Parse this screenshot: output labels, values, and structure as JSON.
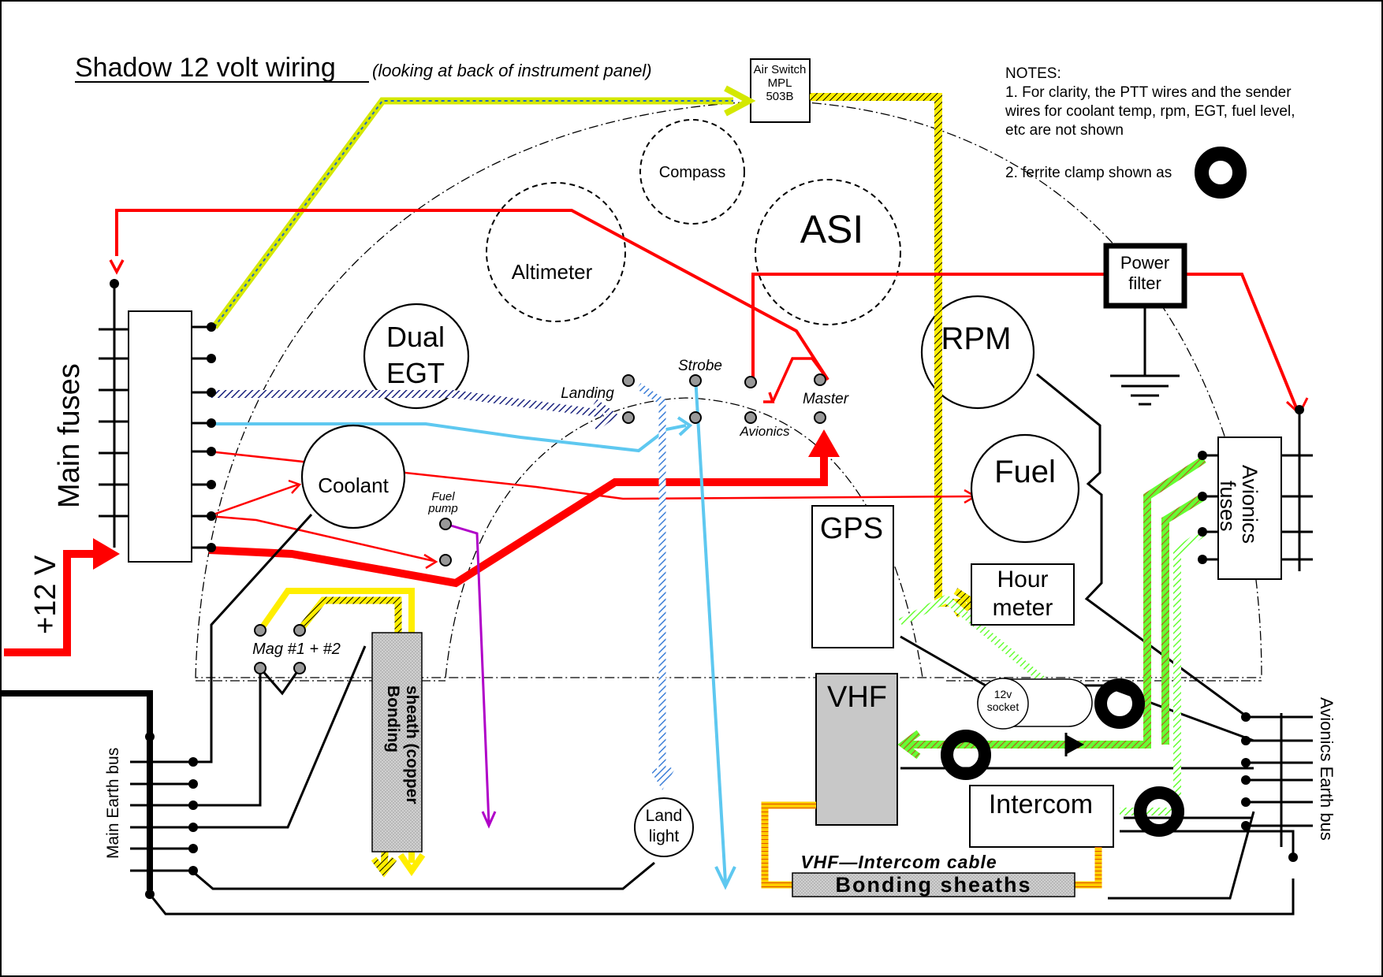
{
  "title": "Shadow 12 volt wiring",
  "subtitle": "(looking at back of instrument panel)",
  "notes": {
    "heading": "NOTES:",
    "line1": "1. For clarity, the PTT wires and the sender",
    "line2": "wires for coolant temp, rpm, EGT, fuel level,",
    "line3": "etc are not shown",
    "line4": "2. ferrite clamp shown as"
  },
  "air_switch": {
    "line1": "Air Switch",
    "line2": "MPL",
    "line3": "503B"
  },
  "instruments": {
    "compass": "Compass",
    "asi": "ASI",
    "altimeter": "Altimeter",
    "egt_line1": "Dual",
    "egt_line2": "EGT",
    "rpm": "RPM",
    "coolant": "Coolant",
    "fuel": "Fuel",
    "gps": "GPS",
    "hour_line1": "Hour",
    "hour_line2": "meter",
    "vhf": "VHF",
    "intercom": "Intercom",
    "socket_line1": "12v",
    "socket_line2": "socket",
    "land_line1": "Land",
    "land_line2": "light"
  },
  "switches": {
    "strobe": "Strobe",
    "landing": "Landing",
    "master": "Master",
    "avionics": "Avionics",
    "fuel_line1": "Fuel",
    "fuel_line2": "pump",
    "mag": "Mag #1 + #2"
  },
  "power_filter": {
    "line1": "Power",
    "line2": "filter"
  },
  "labels": {
    "main_fuses": "Main fuses",
    "plus12v": "+12 V",
    "main_earth": "Main Earth bus",
    "avionics_fuses_line1": "Avionics",
    "avionics_fuses_line2": "fuses",
    "avionics_earth": "Avionics Earth bus",
    "bonding_line1": "Bonding",
    "bonding_line2": "sheath (copper",
    "vhf_cable": "VHF—Intercom cable",
    "bonding_sheaths": "Bonding sheaths"
  },
  "colors": {
    "power": "#ff0000",
    "earth": "#000000",
    "strobe": "#5ec8f0",
    "landing": "#1a237e",
    "magneto": "#ffee00",
    "fuel_pump": "#b000c8",
    "avionics_feed": "#66ff33",
    "sheath": "#cccccc",
    "vhf_box": "#c8c8c8"
  }
}
